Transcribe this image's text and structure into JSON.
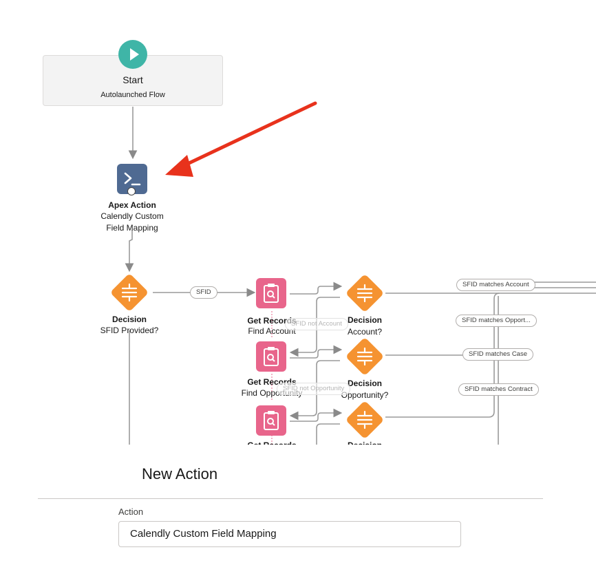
{
  "start": {
    "title": "Start",
    "subtitle": "Autolaunched Flow",
    "icon": "play-icon"
  },
  "apex_action": {
    "type": "Apex Action",
    "name_line1": "Calendly Custom",
    "name_line2": "Field Mapping",
    "icon": "terminal-icon"
  },
  "decision_main": {
    "type": "Decision",
    "name": "SFID Provided?"
  },
  "connector_sfid": "SFID",
  "get_account": {
    "type": "Get Records",
    "name": "Find Account"
  },
  "decision_account": {
    "type": "Decision",
    "name": "Account?"
  },
  "get_opportunity": {
    "type": "Get Records",
    "name": "Find Opportunity"
  },
  "decision_opportunity": {
    "type": "Decision",
    "name": "Opportunity?"
  },
  "get_third": {
    "type": "Get Records"
  },
  "decision_third": {
    "type": "Decision"
  },
  "pill_not_account": "SFID not Account",
  "pill_not_opportunity": "SFID not Opportunity",
  "outcomes": {
    "account": "SFID matches Account",
    "opportunity": "SFID matches Opport...",
    "case": "SFID matches Case",
    "contract": "SFID matches Contract"
  },
  "annotation_color": "#e8321c",
  "panel": {
    "title": "New Action",
    "field_label": "Action",
    "field_value": "Calendly Custom Field Mapping"
  }
}
